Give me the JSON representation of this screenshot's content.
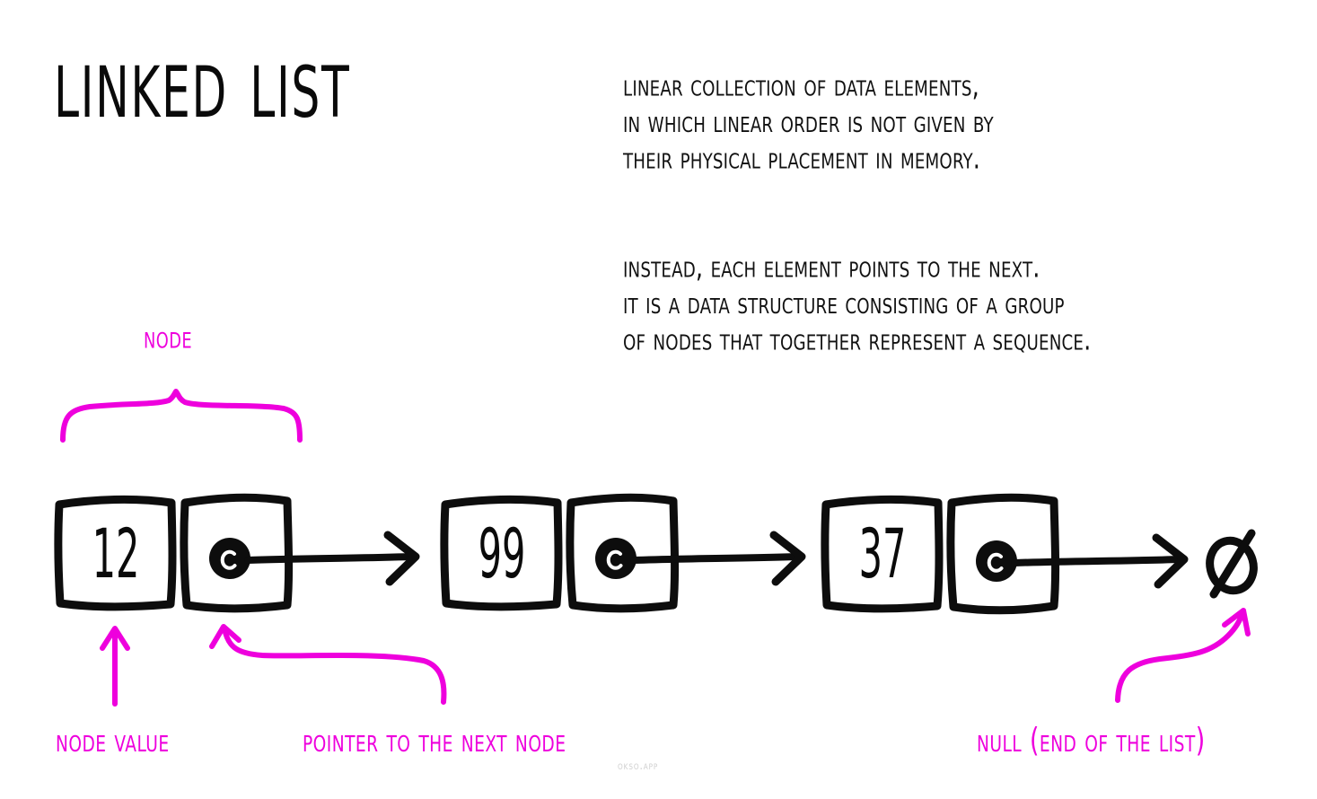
{
  "page": {
    "title": "Linked List",
    "background_color": "#ffffff",
    "ink_color": "#0d0d0d",
    "accent_color": "#ee00dd",
    "watermark": "okso.app"
  },
  "description": {
    "paragraph_1": "Linear collection of data elements,\nin which linear order is not given by\ntheir physical placement in memory.",
    "paragraph_2": "Instead, each element points to the next.\nIt is a data structure consisting of a group\nof nodes that together represent a sequence."
  },
  "diagram": {
    "type": "linked-list",
    "nodes": [
      {
        "value": "12",
        "pointer_icon": "filled-dot-pointer",
        "points_to": "99"
      },
      {
        "value": "99",
        "pointer_icon": "filled-dot-pointer",
        "points_to": "37"
      },
      {
        "value": "37",
        "pointer_icon": "filled-dot-pointer",
        "points_to": "null"
      }
    ],
    "terminator": {
      "symbol": "Ø",
      "name": "null-symbol"
    }
  },
  "annotations": {
    "node": "Node",
    "node_value": "Node value",
    "pointer": "Pointer to the next node",
    "null": "Null (end of the list)"
  }
}
